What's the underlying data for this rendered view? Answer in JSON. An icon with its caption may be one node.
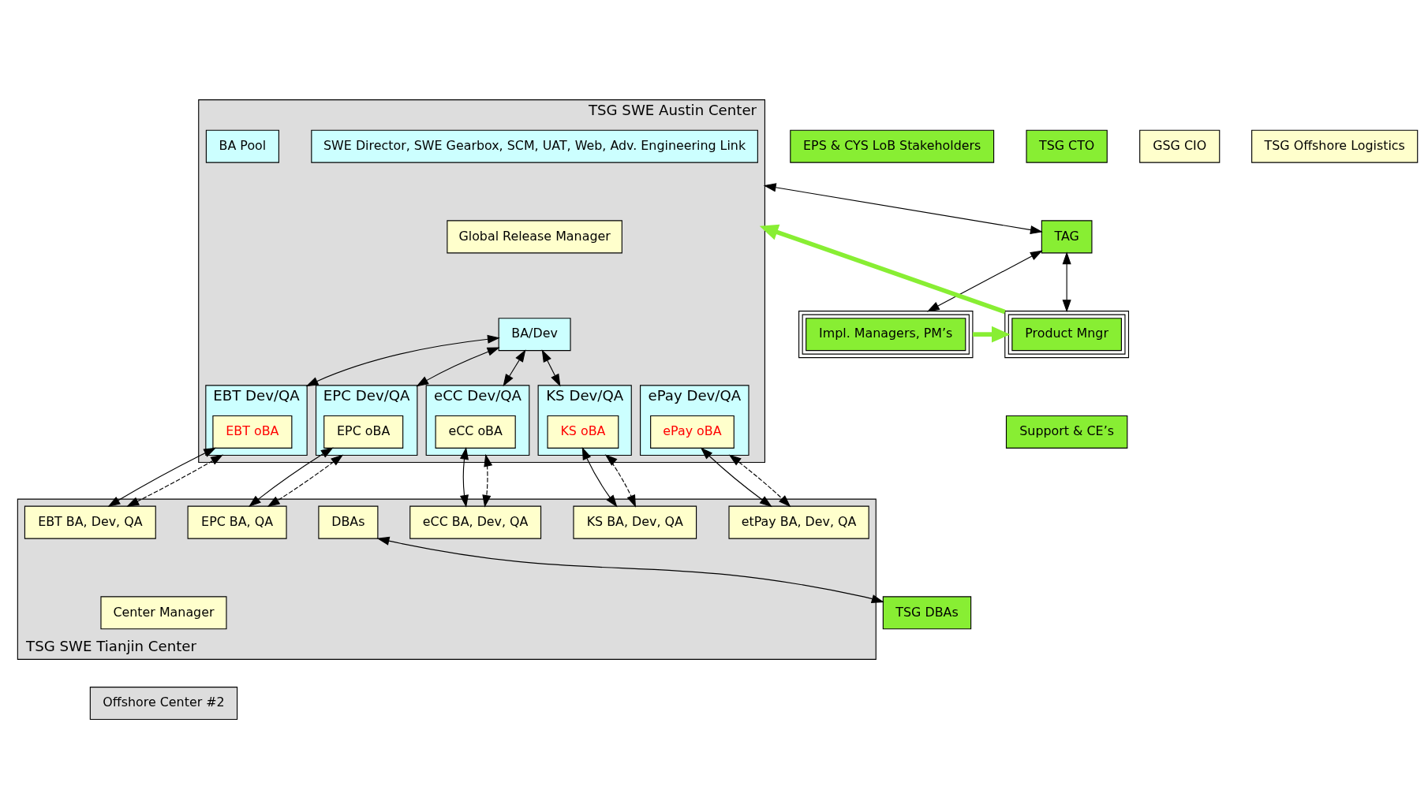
{
  "diagram": {
    "nodes": [
      {
        "text": [
          "TSG SWE Austin Center"
        ]
      },
      {
        "text": [
          "SWE Director, SWE Gearbox, SCM, UAT, Web, Adv. Engineering Link"
        ],
        "in": 0
      },
      {
        "text": [
          "BA Pool"
        ],
        "in": 0
      },
      {
        "text": [
          "Global Release Manager"
        ],
        "in": 0
      },
      {
        "text": [
          "BA/Dev"
        ],
        "in": 0
      },
      {
        "text": [
          "EBT Dev/QA"
        ],
        "in": 0
      },
      {
        "text": [
          "EBT oBA"
        ],
        "in": 5
      },
      {
        "text": [
          "EPC Dev/QA"
        ],
        "in": 0
      },
      {
        "text": [
          "EPC oBA"
        ],
        "in": 7
      },
      {
        "text": [
          "eCC Dev/QA"
        ],
        "in": 0
      },
      {
        "text": [
          "eCC oBA"
        ],
        "in": 9
      },
      {
        "text": [
          "KS Dev/QA"
        ],
        "in": 0
      },
      {
        "text": [
          "KS oBA"
        ],
        "in": 11
      },
      {
        "text": [
          "ePay Dev/QA"
        ],
        "in": 0
      },
      {
        "text": [
          "ePay oBA"
        ],
        "in": 13
      },
      {
        "text": [
          "TSG SWE Tianjin Center"
        ]
      },
      {
        "text": [
          "EBT BA, Dev, QA"
        ],
        "in": 15
      },
      {
        "text": [
          "EPC BA, QA"
        ],
        "in": 15
      },
      {
        "text": [
          "eCC BA, Dev, QA"
        ],
        "in": 15
      },
      {
        "text": [
          "KS BA, Dev, QA"
        ],
        "in": 15
      },
      {
        "text": [
          "etPay BA, Dev, QA"
        ],
        "in": 15
      },
      {
        "text": [
          "Center Manager"
        ],
        "in": 15
      },
      {
        "text": [
          "DBAs"
        ],
        "in": 15
      },
      {
        "text": [
          "Offshore Center #2"
        ]
      },
      {
        "text": [
          "EPS & CYS LoB Stakeholders"
        ]
      },
      {
        "text": [
          "TSG CTO"
        ]
      },
      {
        "text": [
          "GSG CIO"
        ]
      },
      {
        "text": [
          "TSG Offshore Logistics"
        ]
      },
      {
        "text": [
          "TAG"
        ]
      },
      {
        "text": [
          "Product Mngr"
        ]
      },
      {
        "text": [
          "Support & CE’s"
        ]
      },
      {
        "text": [
          "Impl. Managers, PM’s"
        ]
      },
      {
        "text": [
          "TSG DBAs"
        ]
      }
    ],
    "edges": [
      {
        "from": 4,
        "to": 5,
        "arrow": "both"
      },
      {
        "from": 4,
        "to": 7,
        "arrow": "both"
      },
      {
        "from": 4,
        "to": 9,
        "arrow": "both"
      },
      {
        "from": 4,
        "to": 11,
        "arrow": "both"
      },
      {
        "from": 6,
        "to": 16,
        "arrow": "both"
      },
      {
        "from": 5,
        "to": 16,
        "arrow": "both",
        "style": "dashed"
      },
      {
        "from": 8,
        "to": 17,
        "arrow": "both"
      },
      {
        "from": 7,
        "to": 17,
        "arrow": "both",
        "style": "dashed"
      },
      {
        "from": 10,
        "to": 18,
        "arrow": "both"
      },
      {
        "from": 9,
        "to": 18,
        "arrow": "both",
        "style": "dashed"
      },
      {
        "from": 12,
        "to": 19,
        "arrow": "both"
      },
      {
        "from": 11,
        "to": 19,
        "arrow": "both",
        "style": "dashed"
      },
      {
        "from": 14,
        "to": 20,
        "arrow": "both"
      },
      {
        "from": 13,
        "to": 20,
        "arrow": "both",
        "style": "dashed"
      },
      {
        "from": 0,
        "to": 28,
        "arrow": "both"
      },
      {
        "from": 28,
        "to": 29,
        "arrow": "both"
      },
      {
        "from": 28,
        "to": 31,
        "arrow": "both"
      },
      {
        "from": 22,
        "to": 32,
        "arrow": "both"
      },
      {
        "from": 29,
        "to": 0,
        "arrow": "to",
        "style": "thick",
        "color": "#88ee33"
      },
      {
        "from": 31,
        "to": 29,
        "arrow": "to",
        "style": "thick",
        "color": "#88ee33"
      }
    ]
  }
}
